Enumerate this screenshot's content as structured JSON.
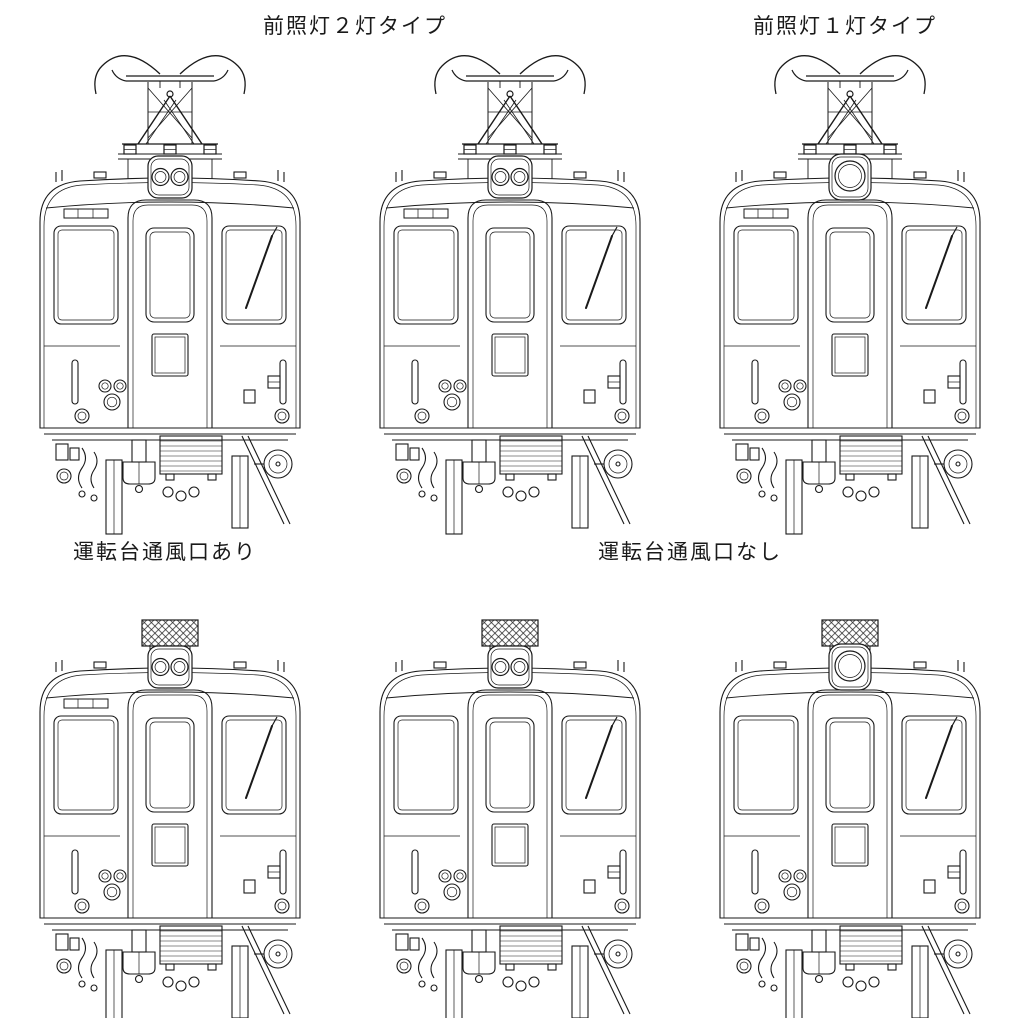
{
  "labels": {
    "headlight_two": "前照灯２灯タイプ",
    "headlight_one": "前照灯１灯タイプ",
    "cab_vent_present": "運転台通風口あり",
    "cab_vent_absent": "運転台通風口なし"
  },
  "colors": {
    "line": "#1a1a1a",
    "background": "#ffffff"
  },
  "diagrams": [
    {
      "pantograph": true,
      "headlights": 2,
      "cab_vent": true,
      "roof_grille": false
    },
    {
      "pantograph": true,
      "headlights": 2,
      "cab_vent": true,
      "roof_grille": false
    },
    {
      "pantograph": true,
      "headlights": 1,
      "cab_vent": true,
      "roof_grille": false
    },
    {
      "pantograph": false,
      "headlights": 2,
      "cab_vent": true,
      "roof_grille": true
    },
    {
      "pantograph": false,
      "headlights": 2,
      "cab_vent": false,
      "roof_grille": true
    },
    {
      "pantograph": false,
      "headlights": 1,
      "cab_vent": false,
      "roof_grille": true
    }
  ]
}
